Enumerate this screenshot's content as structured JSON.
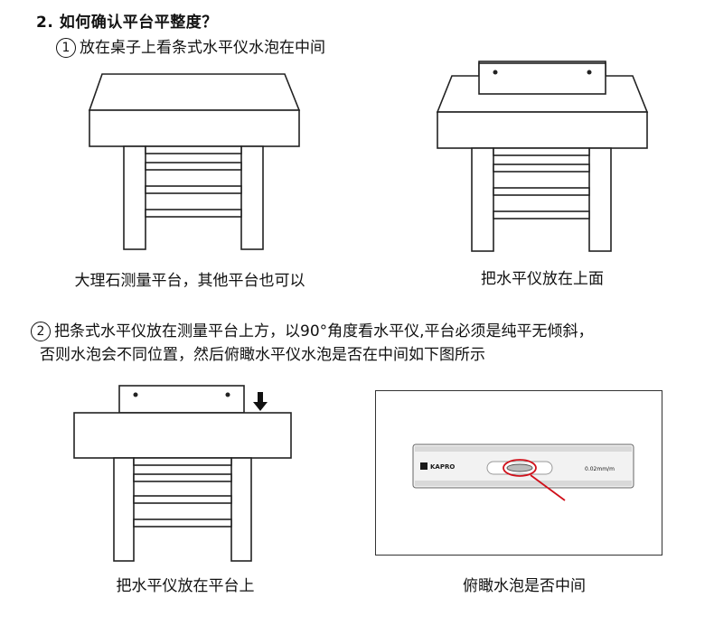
{
  "heading": "2. 如何确认平台平整度？",
  "step1": {
    "number": "1",
    "text": "放在桌子上看条式水平仪水泡在中间"
  },
  "captions": {
    "table_left": "大理石测量平台，其他平台也可以",
    "table_right": "把水平仪放在上面",
    "table_bottom": "把水平仪放在平台上",
    "level_view": "俯瞰水泡是否中间"
  },
  "step2": {
    "number": "2",
    "line1": "把条式水平仪放在测量平台上方，以90°角度看水平仪,平台必须是纯平无倾斜，",
    "line2": "否则水泡会不同位置，然后俯瞰水平仪水泡是否在中间如下图所示"
  },
  "level_device": {
    "brand": "KAPRO",
    "spec": "0.02mm/m",
    "highlight_color": "#d0101a"
  },
  "icons": {
    "down_arrow": "arrow-down-icon"
  }
}
